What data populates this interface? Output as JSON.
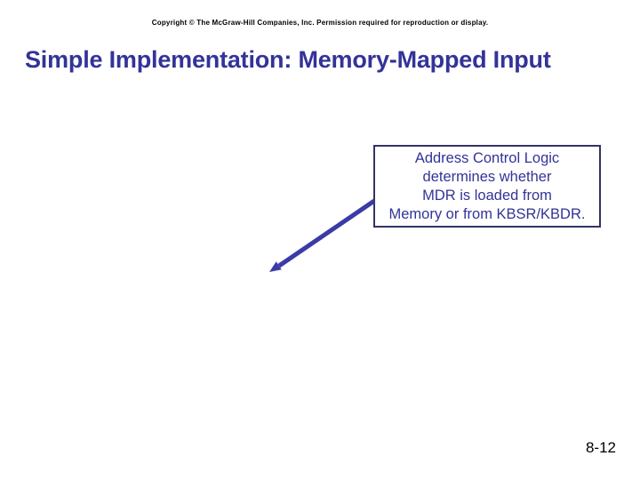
{
  "header": {
    "copyright": "Copyright © The McGraw-Hill Companies, Inc. Permission required for reproduction or display."
  },
  "title": "Simple Implementation: Memory-Mapped Input",
  "callout": {
    "lines": [
      "Address Control Logic",
      "determines whether",
      "MDR is loaded from",
      "Memory or from KBSR/KBDR."
    ]
  },
  "footer": {
    "page_number": "8-12"
  },
  "colors": {
    "background": "#ffffff",
    "title_text": "#333399",
    "callout_text": "#333399",
    "callout_border": "#333366",
    "arrow": "#3b3ba6",
    "copyright_text": "#000000",
    "page_number_text": "#000000"
  }
}
